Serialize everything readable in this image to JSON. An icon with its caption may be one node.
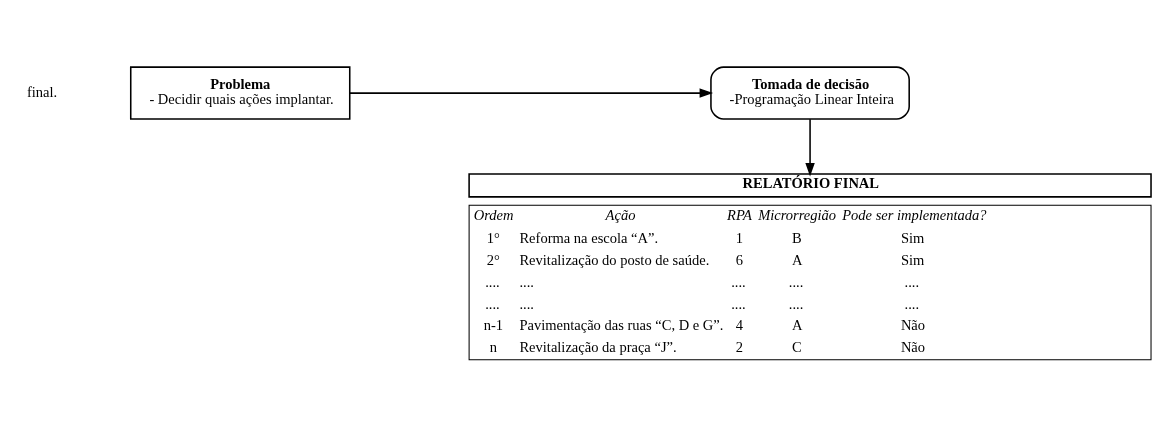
{
  "diagram": {
    "nodes": [
      {
        "text": [
          "Problema",
          "- Decidir quais ações implantar."
        ]
      },
      {
        "text": [
          "Tomada de decisão",
          "-Programação Linear Inteira"
        ]
      },
      {
        "text": [
          "RELATÓRIO FINAL"
        ]
      }
    ],
    "edges": [
      {
        "from": 0,
        "to": 1,
        "arrow": "to"
      },
      {
        "from": 1,
        "to": 2,
        "arrow": "to"
      }
    ],
    "labels": [
      "final.",
      "Ordem",
      "Ação",
      "RPA",
      "Microrregião",
      "Pode ser implementada?",
      "1°",
      "Reforma na escola “A”.",
      "1",
      "B",
      "Sim",
      "2°",
      "Revitalização do posto de saúde.",
      "6",
      "A",
      "Sim",
      "....",
      "....",
      "....",
      "....",
      "....",
      "....",
      "....",
      "....",
      "....",
      "....",
      "n-1",
      "Pavimentação das ruas “C, D e G”.",
      "4",
      "A",
      "Não",
      "n",
      "Revitalização da praça “J”.",
      "2",
      "C",
      "Não"
    ]
  }
}
